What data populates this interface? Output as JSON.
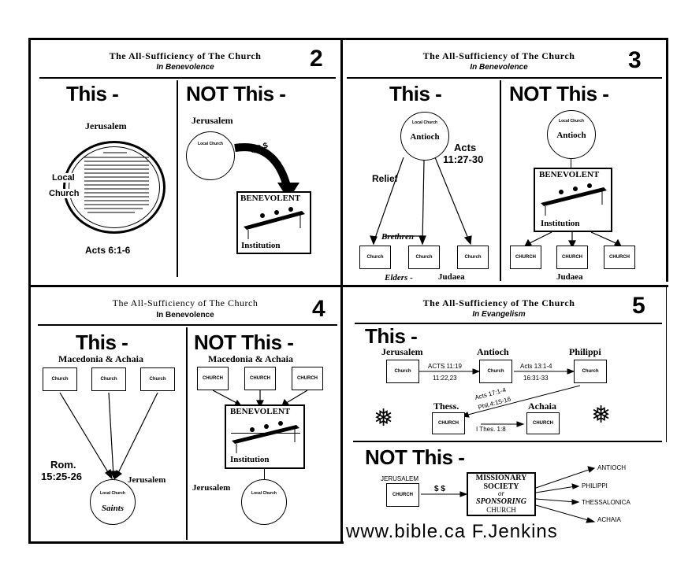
{
  "panels": {
    "p2": {
      "title": "The All-Sufficiency of The Church",
      "subtitle": "In Benevolence",
      "number": "2",
      "this_label": "This -",
      "not_label": "NOT This -",
      "jerusalem_left": "Jerusalem",
      "local": "Local",
      "church": "Church",
      "acts": "Acts 6:1-6",
      "jerusalem_right": "Jerusalem",
      "local_church_small": "Local Church",
      "money": "$ $ $",
      "benevolent": "BENEVOLENT",
      "institution": "Institution"
    },
    "p3": {
      "title": "The All-Sufficiency of The Church",
      "subtitle": "In Benevolence",
      "number": "3",
      "this_label": "This -",
      "not_label": "NOT This -",
      "local_church_small": "Local Church",
      "antioch": "Antioch",
      "acts": "Acts",
      "acts_ref": "11:27-30",
      "relief": "Relief",
      "brethren": "Brethren",
      "elders": "Elders -",
      "judaea_left": "Judaea",
      "church_small": "Church",
      "antioch_right": "Antioch",
      "benevolent": "BENEVOLENT",
      "institution": "Institution",
      "church_caps": "CHURCH",
      "judaea_right": "Judaea"
    },
    "p4": {
      "title": "The All-Sufficiency of The Church",
      "subtitle": "In Benevolence",
      "number": "4",
      "this_label": "This -",
      "not_label": "NOT This -",
      "macedonia_left": "Macedonia & Achaia",
      "macedonia_right": "Macedonia & Achaia",
      "church_small": "Church",
      "church_caps": "CHURCH",
      "rom": "Rom.",
      "rom_ref": "15:25-26",
      "jerusalem_left": "Jerusalem",
      "local_church_small": "Local Church",
      "saints": "Saints",
      "benevolent": "BENEVOLENT",
      "institution": "Institution",
      "jerusalem_right": "Jerusalem"
    },
    "p5": {
      "title": "The All-Sufficiency of The Church",
      "subtitle": "In Evangelism",
      "number": "5",
      "this_label": "This -",
      "not_label": "NOT This -",
      "jerusalem": "Jerusalem",
      "antioch": "Antioch",
      "philippi": "Philippi",
      "church_small": "Church",
      "acts_11_19": "ACTS 11:19",
      "ref_11_22": "11:22,23",
      "acts_13_1": "Acts 13:1-4",
      "ref_16_31": "16:31-33",
      "thess": "Thess.",
      "achaia": "Achaia",
      "church_caps": "CHURCH",
      "acts_17": "Acts 17:1-4",
      "phil_4": "Phil.4:15-16",
      "i_thess": "I Thes. 1:8",
      "jerusalem_caps": "JERUSALEM",
      "money": "$ $",
      "missionary": "MISSIONARY",
      "society": "SOCIETY",
      "or": "or",
      "sponsoring": "SPONSORING",
      "church_word": "CHURCH",
      "dest_antioch": "ANTIOCH",
      "dest_philippi": "PHILIPPI",
      "dest_thessalonica": "THESSALONICA",
      "dest_achaia": "ACHAIA"
    }
  },
  "footer": {
    "url": "www.bible.ca F.Jenkins"
  }
}
